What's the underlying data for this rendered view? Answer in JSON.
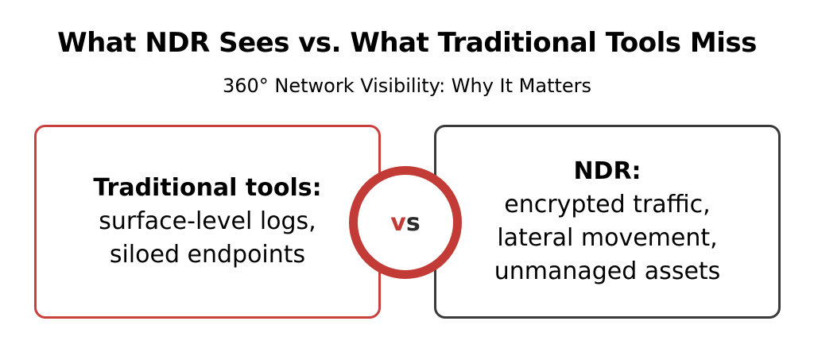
{
  "header": {
    "title": "What NDR Sees vs. What Traditional Tools Miss",
    "subtitle": "360° Network Visibility: Why It Matters"
  },
  "left_card": {
    "heading": "Traditional tools:",
    "lines": [
      "surface-level logs,",
      "siloed endpoints"
    ]
  },
  "vs_badge": {
    "v": "v",
    "s": "s"
  },
  "right_card": {
    "heading": "NDR:",
    "lines": [
      "encrypted traffic,",
      "lateral movement,",
      "unmanaged assets"
    ]
  },
  "colors": {
    "accent_red": "#c33b36",
    "dark": "#3a3a3a"
  }
}
